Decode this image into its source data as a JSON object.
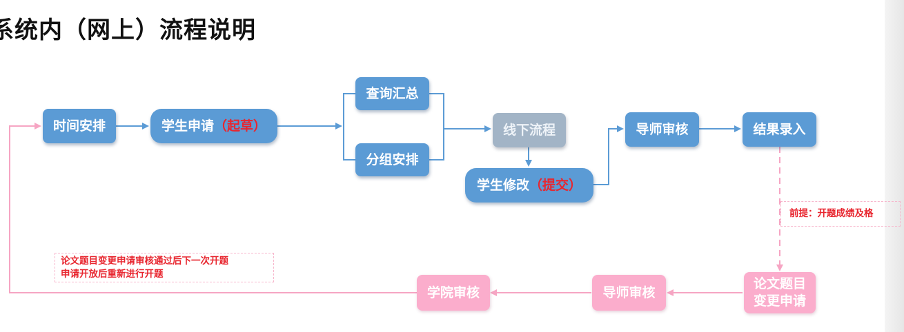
{
  "page_title": "系统内（网上）流程说明",
  "nodes": {
    "time_arrangement": "时间安排",
    "student_apply_text": "学生申请",
    "student_apply_tag": "（起草）",
    "query_summary": "查询汇总",
    "group_arrangement": "分组安排",
    "offline_process": "线下流程",
    "student_revise_text": "学生修改",
    "student_revise_tag": "（提交）",
    "advisor_review_top": "导师审核",
    "result_entry": "结果录入",
    "topic_change_line1": "论文题目",
    "topic_change_line2": "变更申请",
    "advisor_review_bottom": "导师审核",
    "college_review": "学院审核"
  },
  "notes": {
    "precondition": "前提：开题成绩及格",
    "reopen_line1": "论文题目变更申请审核通过后下一次开题",
    "reopen_line2": "申请开放后重新进行开题"
  },
  "colors": {
    "blue_node": "#5b9bd5",
    "gray_node": "#a2b4c6",
    "pink_node": "#fbadcc",
    "blue_arrow": "#5b9bd5",
    "pink_arrow": "#f6a5c3",
    "note_text": "#e8262f"
  }
}
